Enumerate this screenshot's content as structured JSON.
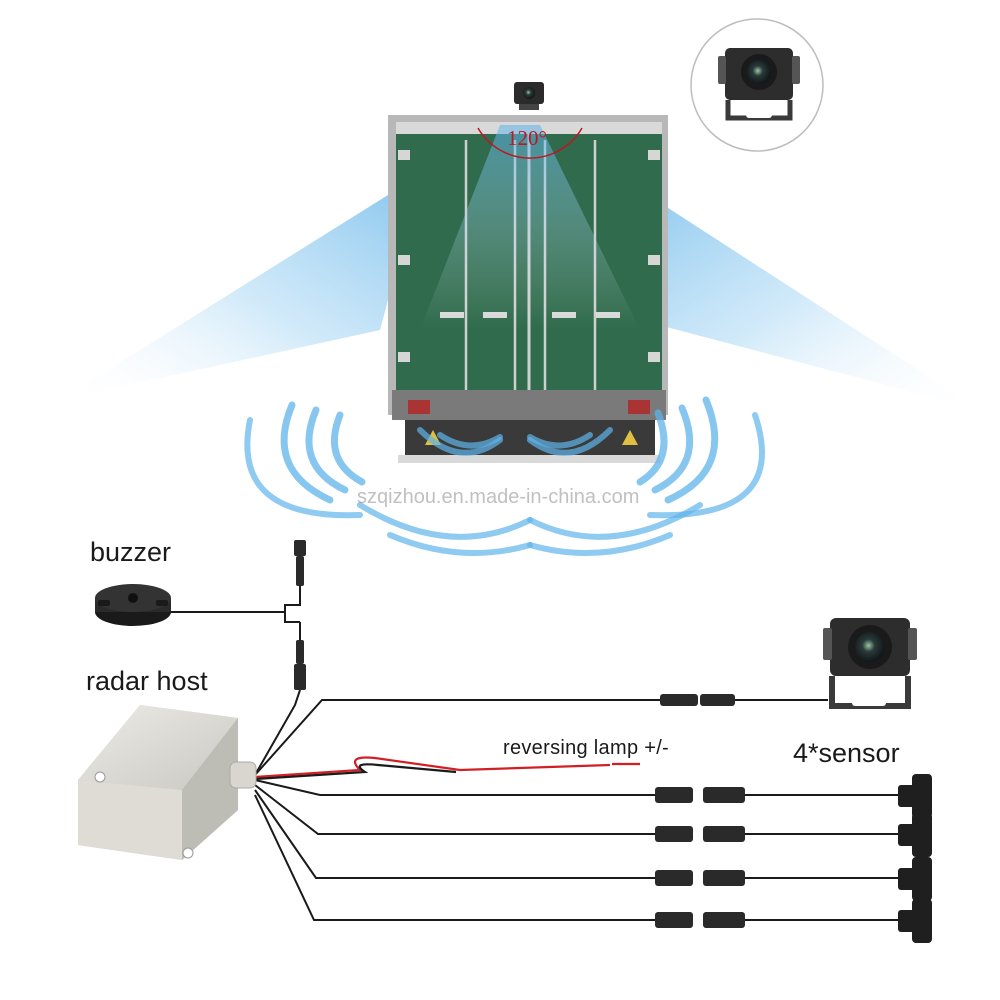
{
  "labels": {
    "buzzer": "buzzer",
    "radar_host": "radar host",
    "sensors": "4*sensor",
    "reversing_lamp": "reversing lamp +/-",
    "camera_angle": "120°",
    "watermark": "szqizhou.en.made-in-china.com"
  },
  "colors": {
    "truck_green": "#2f6b4c",
    "view_cone_blue": "#4aa8e0",
    "wave_blue": "#5fb4ea",
    "lamp_wire_red": "#d21f26",
    "wire_black": "#1a1a1a",
    "radar_box_grey": "#dcdcd6",
    "angle_red": "#c0171f"
  },
  "icons": {
    "camera": "camera-icon",
    "buzzer": "buzzer-icon",
    "radar_host": "radar-host-box",
    "sensor": "sensor-icon",
    "connector": "connector-icon"
  }
}
